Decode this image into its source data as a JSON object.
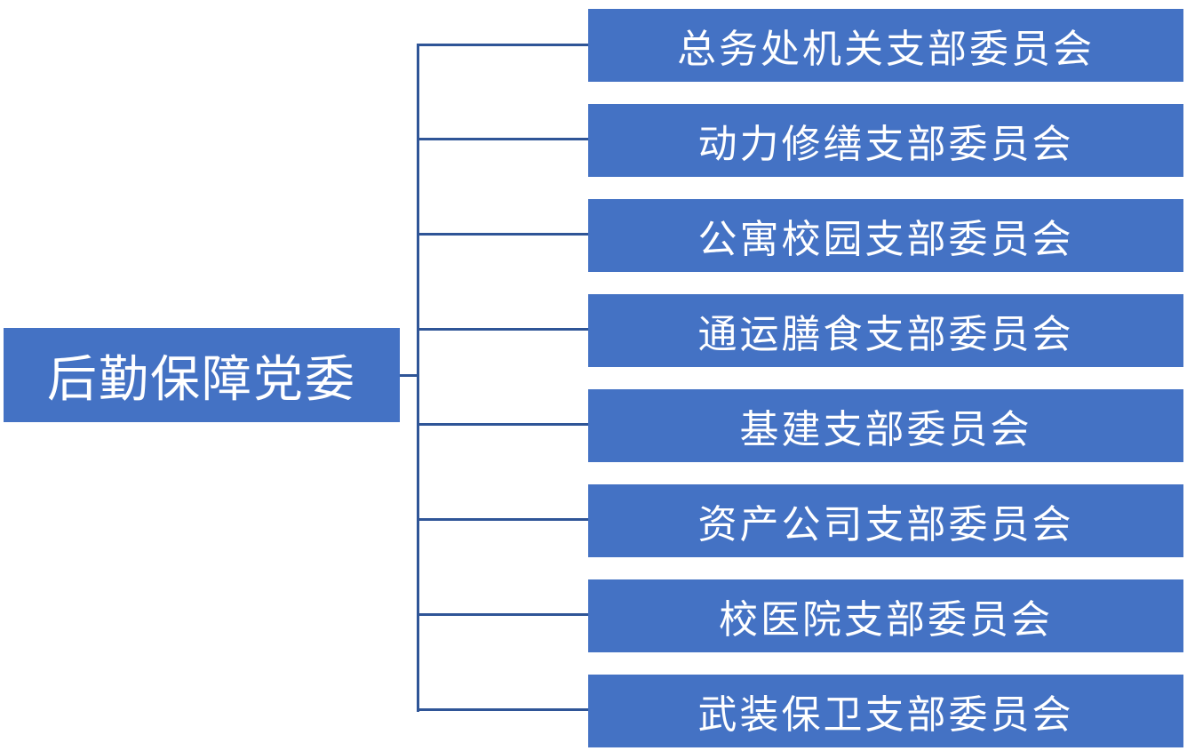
{
  "root": {
    "label": "后勤保障党委"
  },
  "branches": [
    {
      "label": "总务处机关支部委员会"
    },
    {
      "label": "动力修缮支部委员会"
    },
    {
      "label": "公寓校园支部委员会"
    },
    {
      "label": "通运膳食支部委员会"
    },
    {
      "label": "基建支部委员会"
    },
    {
      "label": "资产公司支部委员会"
    },
    {
      "label": "校医院支部委员会"
    },
    {
      "label": "武装保卫支部委员会"
    }
  ],
  "colors": {
    "node_fill": "#4472c4",
    "node_text": "#ffffff",
    "connector": "#2f5597"
  }
}
